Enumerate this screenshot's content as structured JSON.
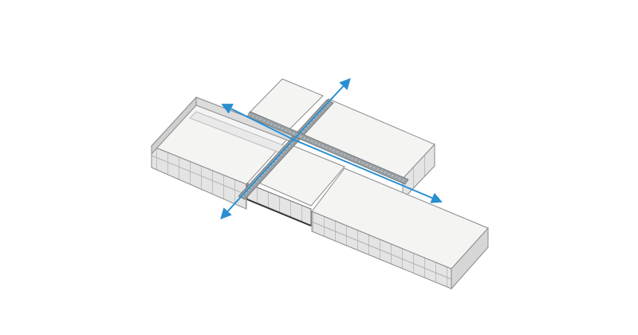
{
  "diagram": {
    "type": "isometric-building-massing",
    "colors": {
      "roof": "#f4f4f3",
      "wall": "#e2e2e2",
      "wall_dark": "#cfcfcf",
      "edge": "#8c8c8c",
      "circulation_arrow": "#2a8fd0",
      "walkway": "#8a8f92"
    },
    "elements": [
      "block-north",
      "block-west",
      "block-east-large",
      "block-south-east",
      "central-glazed-link",
      "walkway-ne-sw",
      "walkway-nw-se",
      "arrow-north-east",
      "arrow-south-west",
      "arrow-north-west",
      "arrow-south-east"
    ]
  }
}
